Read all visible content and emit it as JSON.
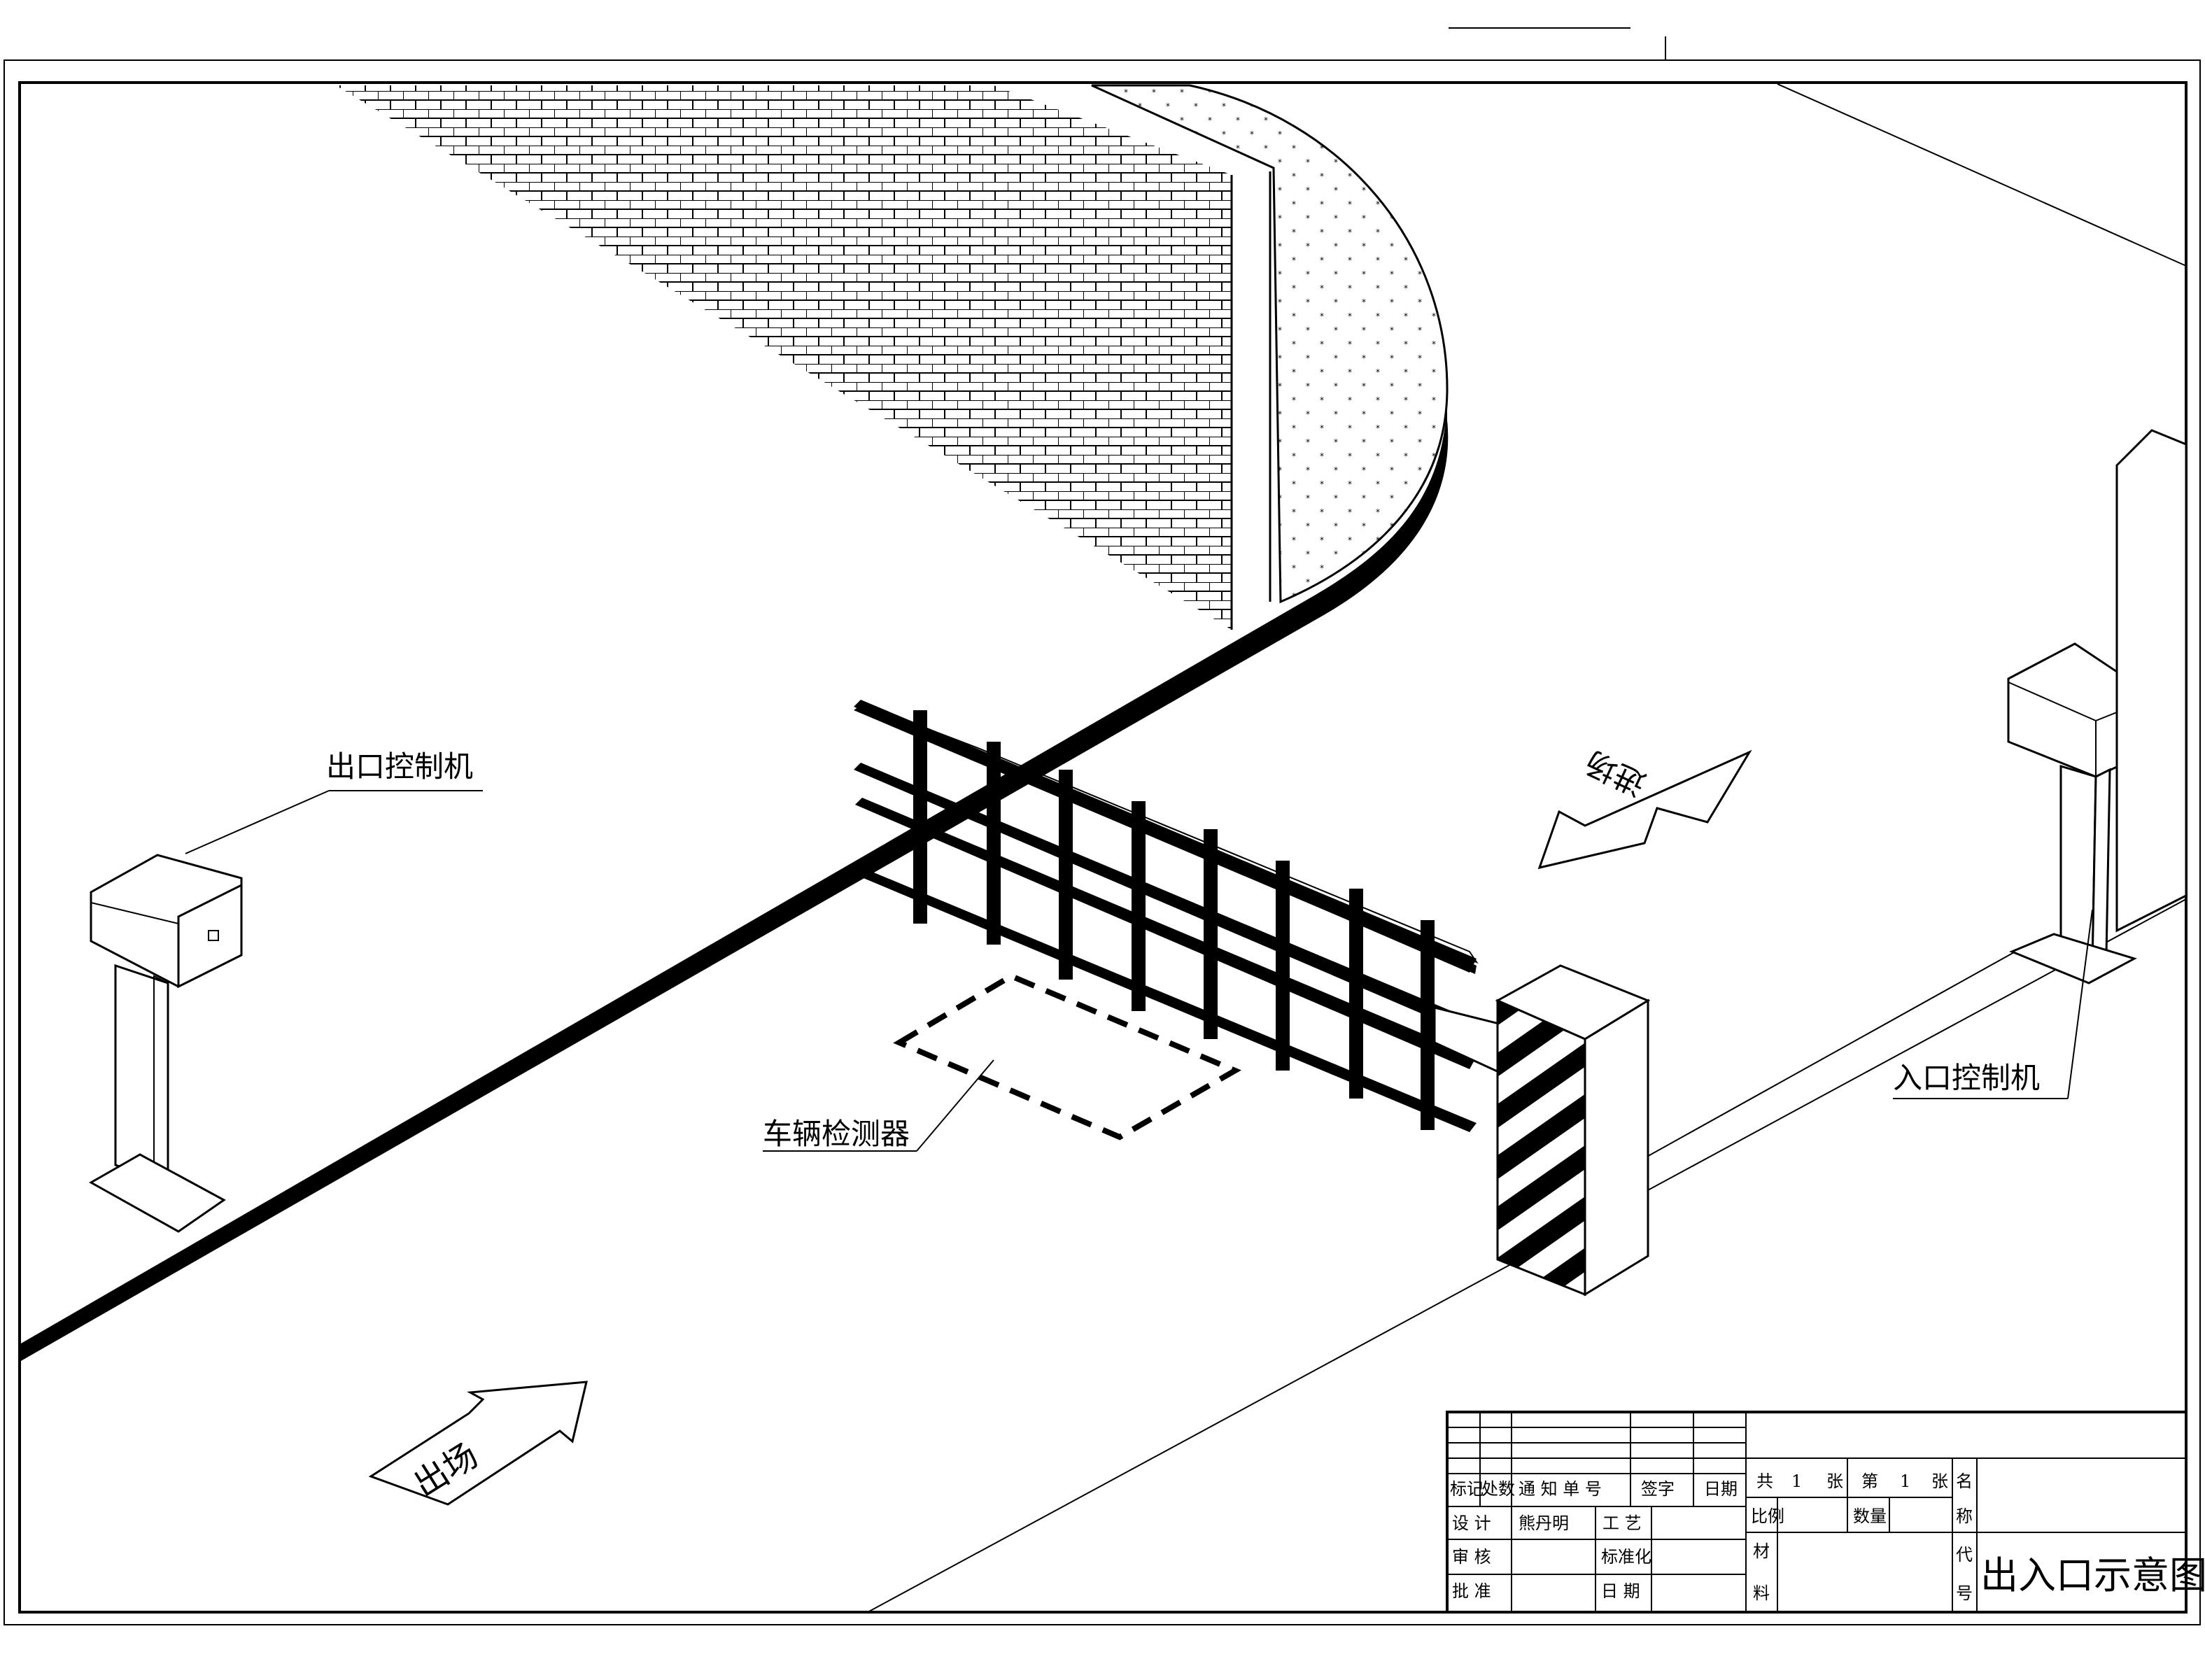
{
  "labels": {
    "exit_controller": "出口控制机",
    "entry_controller": "入口控制机",
    "vehicle_detector": "车辆检测器",
    "exit_arrow": "出场",
    "entry_arrow": "进场"
  },
  "title_block": {
    "mark": "标记",
    "count": "处数",
    "notice_no": "通 知 单 号",
    "signature": "签字",
    "date": "日期",
    "design": "设 计",
    "designer": "熊丹明",
    "process": "工 艺",
    "review": "审 核",
    "standardization": "标准化",
    "approve": "批 准",
    "date2": "日 期",
    "total": "共",
    "total_n": "1",
    "sheet_unit": "张",
    "sheet_no_label": "第",
    "sheet_no": "1",
    "sheet_unit2": "张",
    "scale": "比例",
    "quantity": "数量",
    "material_1": "材",
    "material_2": "料",
    "name_1": "名",
    "name_2": "称",
    "code_1": "代",
    "code_2": "号",
    "drawing_title": "出入口示意图"
  }
}
